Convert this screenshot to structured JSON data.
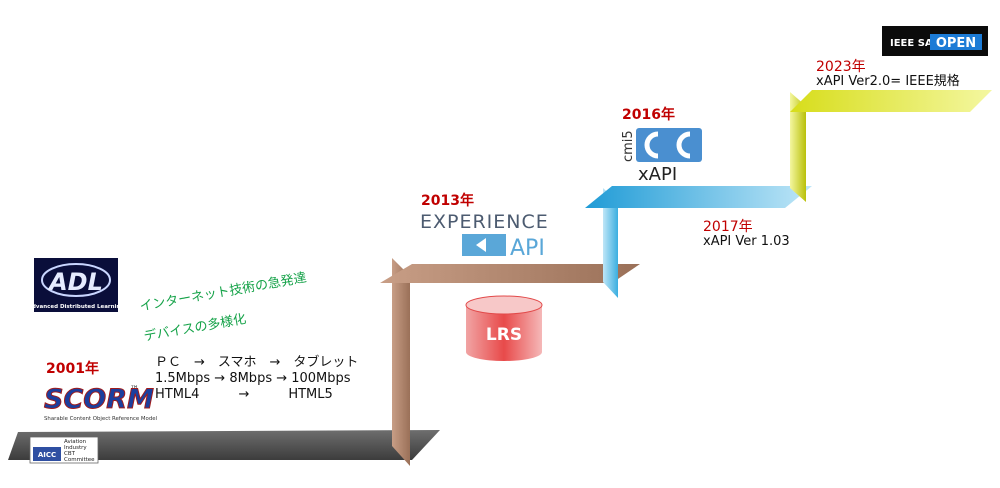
{
  "milestones": {
    "y2001": "2001年",
    "y2013": "2013年",
    "y2016": "2016年",
    "y2017": "2017年",
    "y2023": "2023年"
  },
  "notes": {
    "xapi_1_03": "xAPI Ver 1.03",
    "xapi_2_0": "xAPI Ver2.0= IEEE規格"
  },
  "trends": {
    "line1": "インターネット技術の急発達",
    "line2": "デバイスの多様化"
  },
  "tech_table": {
    "row1": "ＰＣ　→　スマホ　→　タブレット",
    "row2": "1.5Mbps → 8Mbps → 100Mbps",
    "row3": "HTML4　　　→　　　HTML5"
  },
  "logos": {
    "adl_main": "ADL",
    "adl_sub": "Advanced Distributed Learning",
    "scorm": "SCORM",
    "scorm_tm": "™",
    "scorm_sub": "Sharable Content Object Reference Model",
    "aicc": "AICC",
    "aicc_desc": [
      "Aviation",
      "Industry",
      "CBT",
      "Committee"
    ],
    "experience_top": "EXPERIENCE",
    "experience_api": "API",
    "cmi5": "cmi5",
    "xapi": "xAPI",
    "ieee_sa": "IEEE SA",
    "ieee_open": "OPEN"
  },
  "lrs_label": "LRS",
  "colors": {
    "step1": "#555555",
    "step2": "#b88c74",
    "step3": "#3aaee0",
    "step4": "#c8cf10",
    "year": "#c00000",
    "lrs": "#e02a2a",
    "trend": "#17a34a"
  }
}
